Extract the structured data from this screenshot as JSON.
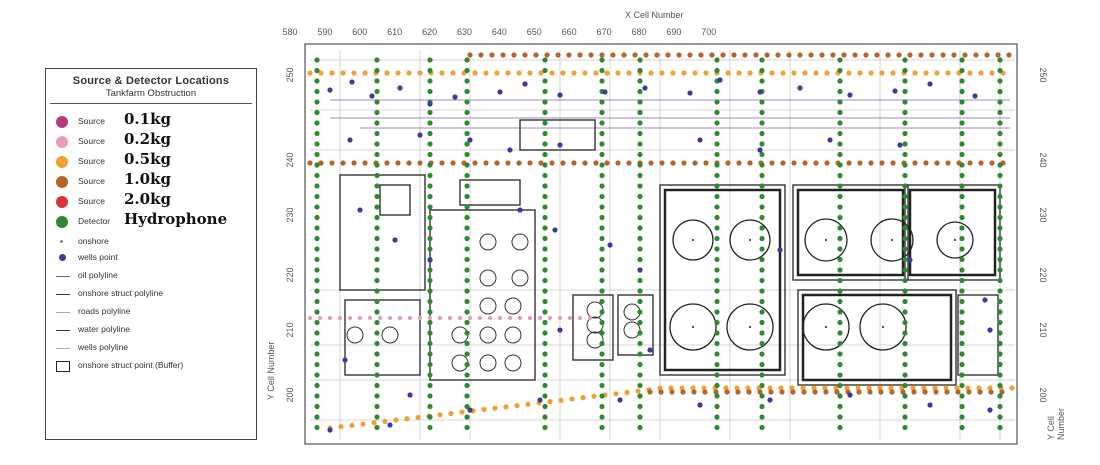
{
  "legend": {
    "title": "Source & Detector Locations",
    "subtitle": "Tankfarm Obstruction",
    "items": [
      {
        "type": "dot",
        "color": "#b43a7a",
        "label": "Source",
        "big": "0.1kg"
      },
      {
        "type": "dot",
        "color": "#e6a0b4",
        "label": "Source",
        "big": "0.2kg"
      },
      {
        "type": "dot",
        "color": "#f0a030",
        "label": "Source",
        "big": "0.5kg"
      },
      {
        "type": "dot",
        "color": "#b5652a",
        "label": "Source",
        "big": "1.0kg"
      },
      {
        "type": "dot",
        "color": "#d8323c",
        "label": "Source",
        "big": "2.0kg"
      },
      {
        "type": "dot",
        "color": "#2f8a2f",
        "label": "Detector",
        "big": "Hydrophone"
      },
      {
        "type": "tiny",
        "label": "onshore"
      },
      {
        "type": "wp",
        "label": "wells point"
      },
      {
        "type": "ln",
        "variant": "purple",
        "label": "oil polyline"
      },
      {
        "type": "ln",
        "variant": "dark",
        "label": "onshore struct polyline"
      },
      {
        "type": "ln",
        "variant": "light",
        "label": "roads polyline"
      },
      {
        "type": "ln",
        "variant": "dark",
        "label": "water polyline"
      },
      {
        "type": "ln",
        "variant": "light",
        "label": "wells polyline"
      },
      {
        "type": "box",
        "label": "onshore struct point (Buffer)"
      }
    ]
  },
  "axes": {
    "x_title": "X Cell Number",
    "y_title_left": "Y Cell Number",
    "y_title_right": "Y Cell Number",
    "x_ticks": [
      "580",
      "590",
      "600",
      "610",
      "620",
      "630",
      "640",
      "650",
      "660",
      "670",
      "680",
      "690",
      "700"
    ],
    "y_ticks": [
      "250",
      "240",
      "230",
      "220",
      "210",
      "200"
    ]
  },
  "colors": {
    "detector": "#2f8a2f",
    "src_05": "#f0a030",
    "src_10": "#b5652a",
    "src_02": "#e6a0b4",
    "well": "#3a3aa0",
    "oil": "#7d5aa8"
  }
}
